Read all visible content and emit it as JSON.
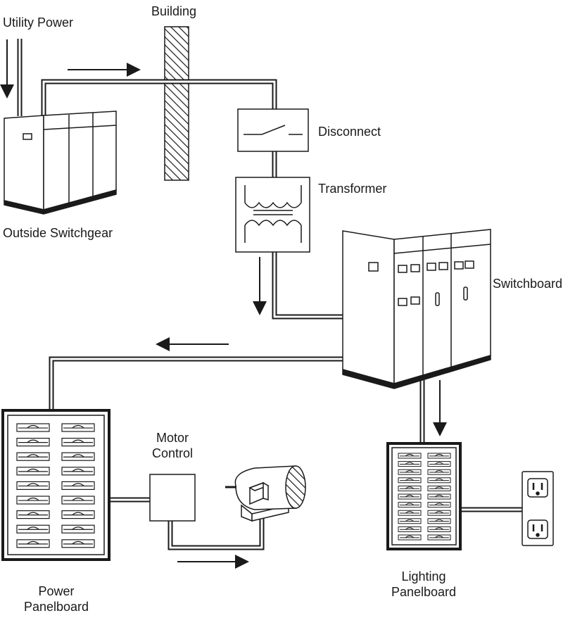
{
  "labels": {
    "utility_power": "Utility Power",
    "building": "Building",
    "disconnect": "Disconnect",
    "transformer": "Transformer",
    "outside_switchgear": "Outside Switchgear",
    "switchboard": "Switchboard",
    "motor_control_line1": "Motor",
    "motor_control_line2": "Control",
    "power_panelboard_line1": "Power",
    "power_panelboard_line2": "Panelboard",
    "lighting_panelboard_line1": "Lighting",
    "lighting_panelboard_line2": "Panelboard"
  },
  "components": [
    {
      "id": "outside-switchgear",
      "icon": "switchgear-cabinet-icon"
    },
    {
      "id": "disconnect",
      "icon": "disconnect-switch-icon"
    },
    {
      "id": "transformer",
      "icon": "transformer-coil-icon"
    },
    {
      "id": "switchboard",
      "icon": "switchboard-cabinet-icon"
    },
    {
      "id": "power-panelboard",
      "icon": "breaker-panel-icon"
    },
    {
      "id": "motor-control",
      "icon": "control-box-icon"
    },
    {
      "id": "motor",
      "icon": "electric-motor-icon"
    },
    {
      "id": "lighting-panelboard",
      "icon": "breaker-panel-icon"
    },
    {
      "id": "receptacle",
      "icon": "duplex-outlet-icon"
    }
  ],
  "colors": {
    "line": "#1a1a1a",
    "conduit_fill": "#ffffff"
  }
}
